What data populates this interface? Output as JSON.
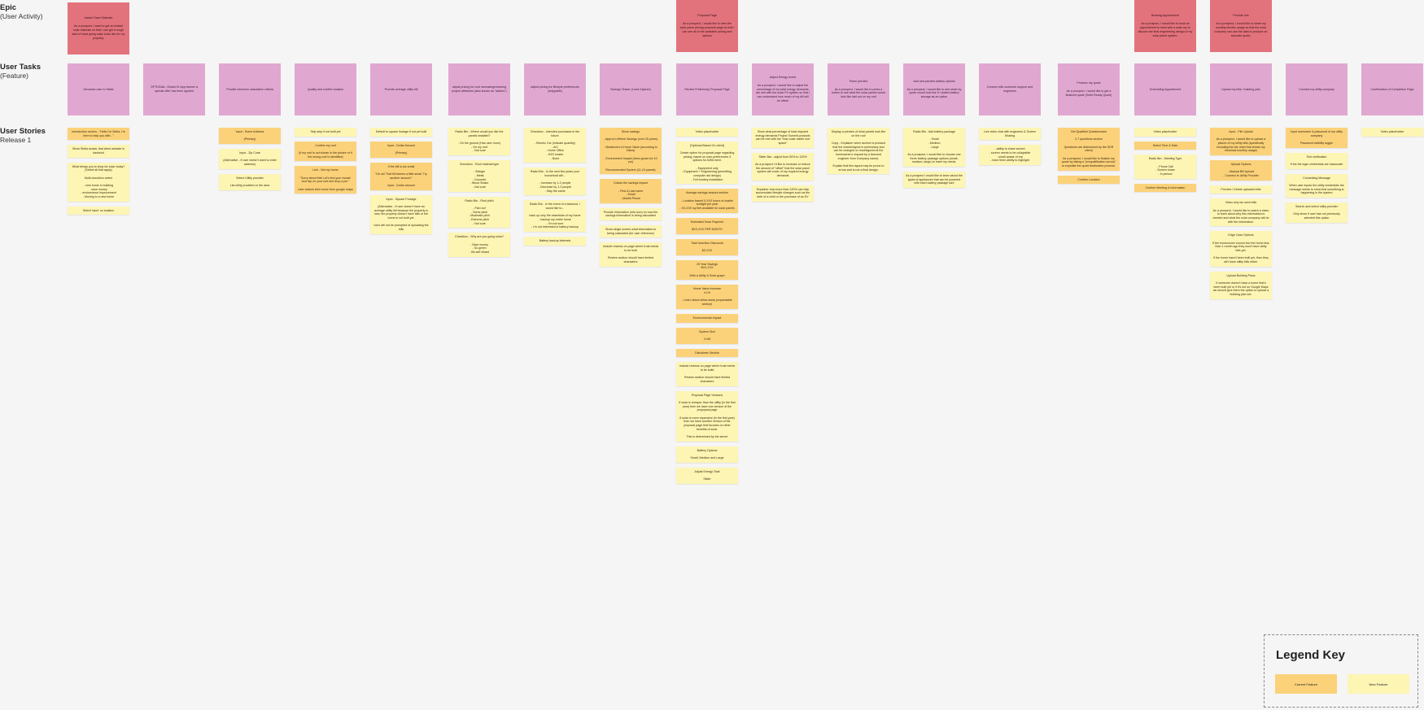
{
  "rows": {
    "epic": {
      "title": "Epic",
      "subtitle": "(User Activity)"
    },
    "tasks": {
      "title": "User Tasks",
      "subtitle": "(Feature)"
    },
    "stories": {
      "title": "User Stories",
      "subtitle": "Release 1"
    }
  },
  "epics": [
    "Instant Save Estimate\n\nAs a prospect, I want to get an instant solar estimate so that I can get a rough idea of what going solar looks like for my property.",
    "Proposal Page\n\nAs a prospect, I would like to view the solar panel pricing proposal page so that I can see all of the available pricing and options",
    "Booking Appointment\n\nAs a prospect, I would like to book an appointment to meet with a solar rep to discuss the final engineering design of my solar panel system.",
    "Provide Info\n\nAs a prospect, I would like to share my monthly electric usage so that the solar company can use the data to produce an accurate quote."
  ],
  "tasks": [
    "Introduce user to Stella",
    "OPTIONAL: Global Or App banner a special offer has been applied",
    "Provide minimum calculation criteria",
    "Qualify and confirm location",
    "Provide average utility bill",
    "adjust pricing for cost increasing/reducing project attributes (also known as \"adders\")",
    "adjust pricing for lifestyle preferences (skippable)",
    "Savings Teaser (Lead Capture)",
    "Review Preliminary Proposal Page",
    "Adjust Energy levels\n\nAs a prospect, I would like to adjust the percentage of my total energy demands are met with the solar PV system so that I can understand how much of my bill will be offset",
    "Panel preview\n\nAs a prospect, I would like to press a button to see what the solar panels would look like laid out on my roof",
    "Add and preview battery options\n\nAs a prospect, I would like to see what my quote would look like if I added battery storage as an option",
    "Connect with customer support and engineers",
    "Produce my quote\n\nAs a prospect, I would like to get a finalized quote (Solid Ready Quote)",
    "Scheduling Appointment",
    "Upload my bills / building plan",
    "Connect my utility company",
    "Confirmation of Completion Page"
  ],
  "stories": [
    [
      {
        "t": "Introduction screen - \"Hello I'm Stella, I'm here to help you with...\"",
        "k": "cur"
      },
      {
        "t": "Show Stella avatar, that client website in backend",
        "k": "new"
      },
      {
        "t": "What brings you to shop for solar today? (Select all that apply)\n\nMulti-checkbox select\n\n- new home in building\n- save money\n- environment improvement\n- Moving to a new home",
        "k": "new"
      },
      {
        "t": "Select 'save' on location",
        "k": "new"
      }
    ],
    [],
    [
      {
        "t": "Input - Home Address\n\n(Primary)",
        "k": "cur"
      },
      {
        "t": "Input - Zip Code\n\n(Alternative - If user doesn't want to enter address)",
        "k": "new"
      },
      {
        "t": "Select Utility provider\n\nList utility providers in the area",
        "k": "new"
      }
    ],
    [
      {
        "t": "Skip step if not built yet",
        "k": "new"
      },
      {
        "t": "Confirm my roof\n\n(if my roof is not shown in the picture or if the wrong roof is identified)",
        "k": "cur"
      },
      {
        "t": "Link - Not my home\n\n\"Sorry about this! Let's find your house! Just tap on your roof and drop a pin.\"\n\nUser selects their home from google maps",
        "k": "cur"
      }
    ],
    [
      {
        "t": "Default to square footage if not yet built",
        "k": "new"
      },
      {
        "t": "Input - Dollar Amount\n\n(Primary)",
        "k": "cur"
      },
      {
        "t": "If the bill is too small\n\n\"Uh oh! That bill seems a little small. Try another amount.\"\n\nInput - Dollar amount",
        "k": "cur"
      },
      {
        "t": "Input - Square Footage\n\n(Alternative - If user doesn't have an average utility bill because the property is new, the property doesn't have bills or the home is not built yet.\n\nUser will not be prompted of uploading the bills",
        "k": "new"
      }
    ],
    [
      {
        "t": "Radio Btn - Where would you like the panels installed?\n\n- On the ground (Has user more)\n- On my roof\n- Not sure",
        "k": "new"
      },
      {
        "t": "Checkbox - Roof material type\n\n- Shingle\n- Metal\n- Concrete\n- Wood Shake\n- Not sure",
        "k": "new"
      },
      {
        "t": "Radio Btn - Roof pitch\n\n- Flat roof\n- Some pitch\n- Moderate pitch\n- Extreme pitch\n- Not sure",
        "k": "new"
      },
      {
        "t": "Checkbox - Why are you going solar?\n\n- Save money\n- Go green\n- Be self reliant",
        "k": "new"
      }
    ],
    [
      {
        "t": "Checkbox - Intended purchases in the future\n\n- Electric Car (indicate quantity)\n- A/C\n- Home Office\n- H2O heater\n- None",
        "k": "new"
      },
      {
        "t": "Radio Btn - In the next few years your household will...\n\n- Increase by 1-2 people\n- Decrease by 1-2 people\n- Stay the same",
        "k": "new"
      },
      {
        "t": "Radio Btn - In the event of a blackout, I would like to...\n\nback up only the essentials of my home\n- backup my entire home\n- I'm not sure\n- I'm not interested in battery backup",
        "k": "new"
      },
      {
        "t": "Battery backup interests",
        "k": "new"
      }
    ],
    [
      {
        "t": "Show savings\n\n- Approx Lifetime Savings (over 25 years)\n\n- Breakeven in Home Value (according to Zillow)\n\n- Environment Impact (trees grown for 10 yrs)\n\nRecommended System (11-19 panels)",
        "k": "cur"
      },
      {
        "t": "Unlock the savings impact\n\n- First & Last name\n- Email\n- Mobile Phone",
        "k": "cur"
      },
      {
        "t": "Provide Information (info icon) on how the savings information is being calculated",
        "k": "new"
      },
      {
        "t": "Show single screen what information is being calculated (for user reference)",
        "k": "new"
      },
      {
        "t": "Include reviews on page where trust needs to be built\n\nReview section should have limited characters",
        "k": "new"
      }
    ],
    [
      {
        "t": "Video placeholder",
        "k": "new"
      },
      {
        "t": "[Optional Based On client]\n\nCreate option for proposal page regarding pricing, based on user preferences 3 options for fulfill-ment:\n\n- Equipment only\n- Equipment + Engineering (permitting, computer aid design)\n- Full turnkey installation",
        "k": "new"
      },
      {
        "t": "Average savings amount section\n\n- Location based X,XXX hours of usable sunlight per year\n- XX,XXX sq feet available for solar panels",
        "k": "cur"
      },
      {
        "t": "Estimated Solar Payment\n\n$XX,XXX PER MONTH",
        "k": "cur"
      },
      {
        "t": "Total Incentive Discounts\n\n$X,XXX",
        "k": "cur"
      },
      {
        "t": "25 Year Savings\n$XX,XXX\n\nWith a Utility & Solar graph",
        "k": "cur"
      },
      {
        "t": "Home Value Increase\n4.1%\n\n- Learn about zillow study (expandable section)",
        "k": "cur"
      },
      {
        "t": "Environmental Impact",
        "k": "cur"
      },
      {
        "t": "System Size\n\nX kW",
        "k": "cur"
      },
      {
        "t": "Disclaimer Section",
        "k": "cur"
      },
      {
        "t": "Include reviews on page where trust needs to be build\n\nReview section should have limited characters",
        "k": "new"
      },
      {
        "t": "Proposal Page Versions\n\nIf solar is cheaper than the utility (in the first year) then we have one version of the propopsal page\n\nIf solar is more expensive (in the first year) then we have another version of the proposal page that focuses on other benefits of solar.\n\nThis is determined by the server",
        "k": "new"
      },
      {
        "t": "Battery Options\n\nSmall, Medium and Large",
        "k": "new"
      },
      {
        "t": "Adjust Energy Total\n\nSlider",
        "k": "new"
      }
    ],
    [
      {
        "t": "Show what percentage of total required energy demands Project Summit products can be met with the \"max solar viable roof space\"",
        "k": "new"
      },
      {
        "t": "Slider Bar - adjust from 50% to 120%\n\nAs a prospect I'd like to increase or reduce the amount of \"offset\" that the solar panel system will cover of my required energy demands",
        "k": "new"
      },
      {
        "t": "Explainer how more than 120% can help accomodate lifestyle changes such as the birth of a child or the purchase of an EV",
        "k": "new"
      }
    ],
    [
      {
        "t": "Display a preview of what panels look like on the roof\n\nCopy - Explainer when archive is pressed that the results/layout is preliminary and can be changed or reconfigured at the homeowner's request by a licensed engineer from Company name).\n\nExplain that this layout may be prone to errors and is not a final design.",
        "k": "new"
      }
    ],
    [
      {
        "t": "Radio Btn - Add battery package\n\n- Small\n- Medium\n- Large\n\nAs a prospect, I would like to choose one three battery package options (small, medium, large) to meet my needs.",
        "k": "new"
      },
      {
        "t": "As a prospect I would like to learn about the types of appliances that can be powered with each battery package size",
        "k": "new"
      }
    ],
    [
      {
        "t": "Live video chat with engineers & Screen Sharing",
        "k": "new"
      },
      {
        "t": "- ability to share screen\n- screen needs to be collapsible\n- small avatar of rep\n- have them ability to highlight",
        "k": "new"
      }
    ],
    [
      {
        "t": "Get Qualified Questionnaire\n\n2-7 questions section\n\nQuestions are determined by the SDR client)\n\nAs a prospect, I would like to finalize my quote by taking a \"prequalification survey\" to expedite the quote finalization process.",
        "k": "cur"
      },
      {
        "t": "Confirm Location",
        "k": "cur"
      }
    ],
    [
      {
        "t": "Video placeholder",
        "k": "new"
      },
      {
        "t": "Select Time & Date",
        "k": "cur"
      },
      {
        "t": "Radio Btn - Meeting Type\n\n- Phone Call\n- Screen share\n- In person",
        "k": "new"
      },
      {
        "t": "Confirm Meeting & Information",
        "k": "cur"
      }
    ],
    [
      {
        "t": "Input - File Upload\n\nAs a prospect, I would like to upload a picture of my utility bills (specifically including the bar chart that shows my historical monthly usage)",
        "k": "cur"
      },
      {
        "t": "Upload Options\n\n- Manual Bill Upload\n- Connect to Utility Provider",
        "k": "cur"
      },
      {
        "t": "Preview / Delete uploaded bills",
        "k": "new"
      },
      {
        "t": "Video why we need bills\n\nAs a prospect, I would like to watch a video to learn about why this information is needed and what the solar company will do with the information.",
        "k": "new"
      },
      {
        "t": "Edge Case Options\n\nIf the homeowner moved into the home less than 1 month ago they won't have utility bills yet.\n\nIf the home hasn't been built yet, then they wil't have utility bills either.",
        "k": "new"
      },
      {
        "t": "Upload Building Plans\n\nIf someone doesn't have a home that's been built yet or if it's not on Google Maps we should give them the option to upload a building plan set.",
        "k": "new"
      }
    ],
    [
      {
        "t": "Input username & password of my utility company\n\nPassword visibility toggle",
        "k": "cur"
      },
      {
        "t": "Text verification\n\nIf the the login credentials are inaccurate",
        "k": "new"
      },
      {
        "t": "Connecting Message\n\nWhen user inputs the utility credentials the message needs to show that something is happening in the system",
        "k": "new"
      },
      {
        "t": "Search and select utility provider\n\nOnly show if user has not previously selected this option",
        "k": "new"
      }
    ],
    [
      {
        "t": "Video placeholder",
        "k": "new"
      }
    ]
  ],
  "legend": {
    "title": "Legend Key",
    "current": "Current Feature",
    "new": "New Feature",
    "current_color": "#fbd27a",
    "new_color": "#fdf5b4"
  }
}
